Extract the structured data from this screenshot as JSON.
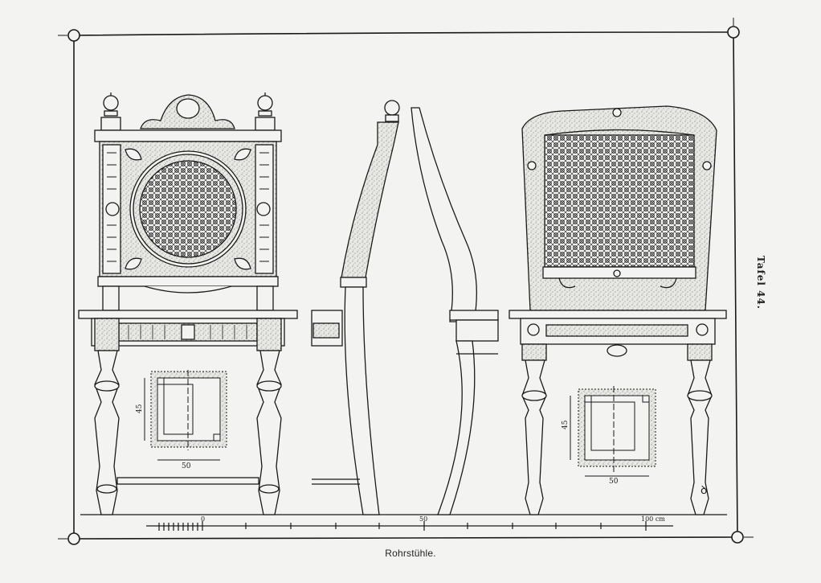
{
  "plate": {
    "caption": "Rohrstühle.",
    "side_label": "Tafel 44.",
    "monogram": "ꝺ"
  },
  "scale_bar": {
    "labels": [
      "0",
      "50",
      "100 cm"
    ]
  },
  "plan_views": {
    "left": {
      "width_label": "50",
      "depth_label": "45"
    },
    "right": {
      "width_label": "50",
      "depth_label": "45"
    }
  },
  "colors": {
    "ink": "#1a1a1a",
    "paper": "#f3f3f1",
    "stipple": "#555555"
  }
}
